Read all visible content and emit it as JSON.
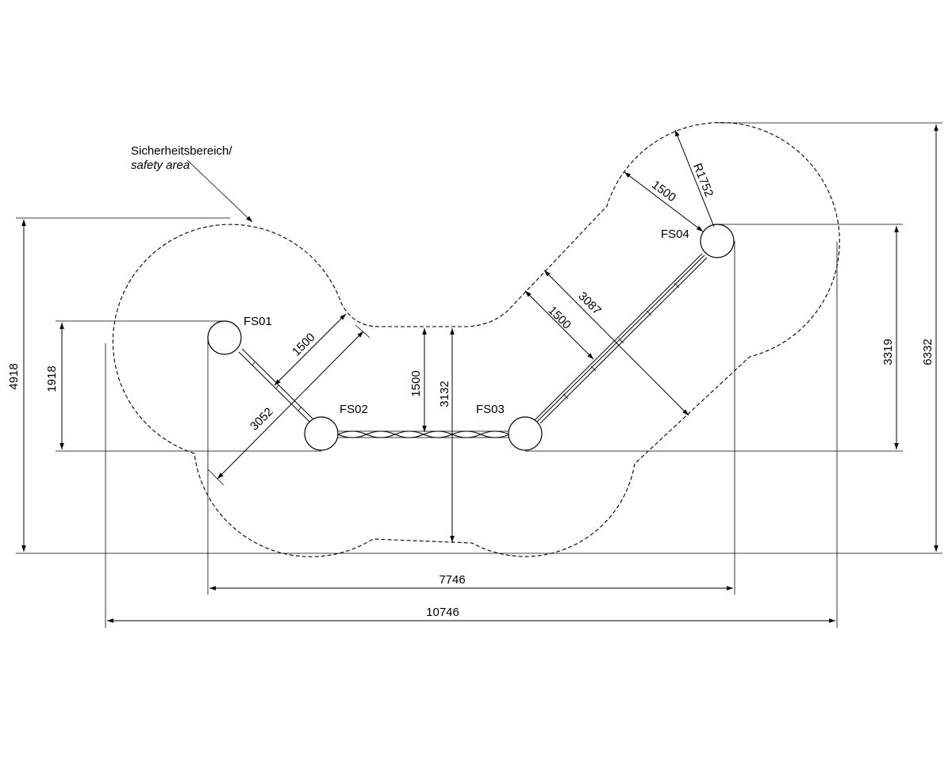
{
  "annotation": {
    "line1": "Sicherheitsbereich/",
    "line2": "safety area"
  },
  "posts": {
    "fs01": "FS01",
    "fs02": "FS02",
    "fs03": "FS03",
    "fs04": "FS04"
  },
  "dimensions": {
    "overall_height_left": "4918",
    "height_fs01": "1918",
    "diag_fs01_fs02": "3052",
    "clearance_fs01_fs02": "1500",
    "clearance_center": "1500",
    "height_center": "3132",
    "diag_fs03_fs04": "3087",
    "clearance_fs03_fs04": "1500",
    "clearance_fs04": "1500",
    "radius_fs04": "R1752",
    "height_fs04": "3319",
    "overall_height_right": "6332",
    "width_posts": "7746",
    "width_overall": "10746"
  }
}
